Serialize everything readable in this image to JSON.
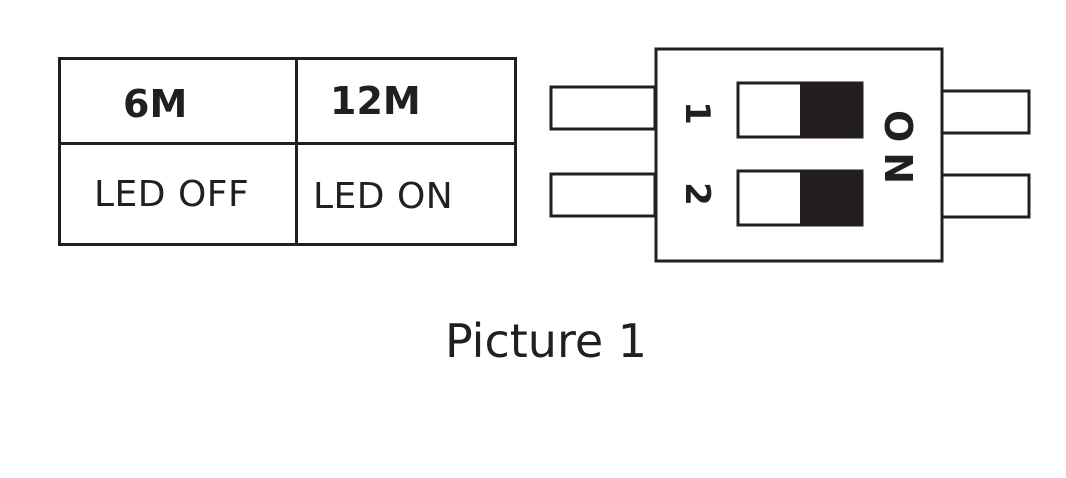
{
  "table": {
    "header": [
      "6M",
      "12M"
    ],
    "values": [
      "LED OFF",
      "LED ON"
    ]
  },
  "switch": {
    "positions": [
      "1",
      "2"
    ],
    "on_label": "ON"
  },
  "caption": "Picture 1"
}
